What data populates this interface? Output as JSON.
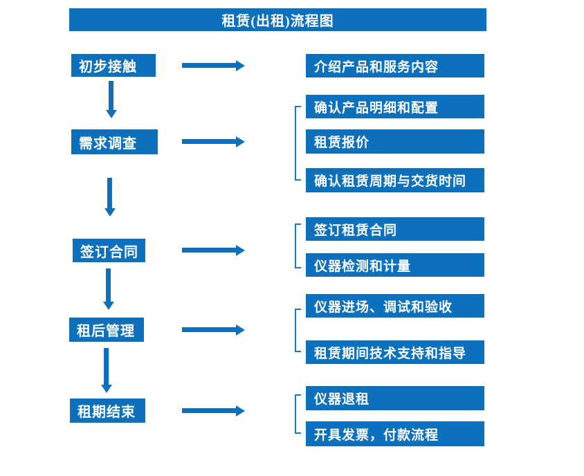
{
  "title": "租赁(出租)流程图",
  "colors": {
    "primary": "#0d70bd",
    "bracket": "#1e78c8",
    "text": "#ffffff",
    "background": "#ffffff"
  },
  "flow": {
    "stages": [
      {
        "name": "初步接触",
        "details": [
          "介绍产品和服务内容"
        ]
      },
      {
        "name": "需求调查",
        "details": [
          "确认产品明细和配置",
          "租赁报价",
          "确认租赁周期与交货时间"
        ]
      },
      {
        "name": "签订合同",
        "details": [
          "签订租赁合同",
          "仪器检测和计量"
        ]
      },
      {
        "name": "租后管理",
        "details": [
          "仪器进场、调试和验收",
          "租赁期间技术支持和指导"
        ]
      },
      {
        "name": "租期结束",
        "details": [
          "仪器退租",
          "开具发票，付款流程"
        ]
      }
    ]
  }
}
